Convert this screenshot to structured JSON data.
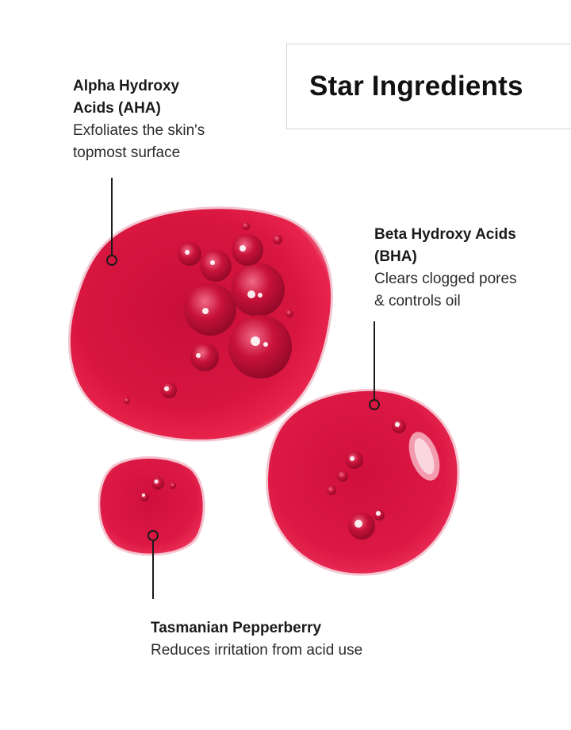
{
  "title": "Star Ingredients",
  "ingredients": [
    {
      "name_line1": "Alpha Hydroxy",
      "name_line2": "Acids (AHA)",
      "desc_line1": "Exfoliates the skin's",
      "desc_line2": "topmost surface"
    },
    {
      "name_line1": "Beta Hydroxy Acids",
      "name_line2": "(BHA)",
      "desc_line1": "Clears clogged pores",
      "desc_line2": "& controls oil"
    },
    {
      "name_line1": "Tasmanian Pepperberry",
      "desc_line1": "Reduces irritation from acid use"
    }
  ],
  "colors": {
    "droplet": "#d7143f",
    "droplet_dark": "#9d0a2c",
    "text": "#1a1a1a",
    "border": "#d4d4d4"
  }
}
